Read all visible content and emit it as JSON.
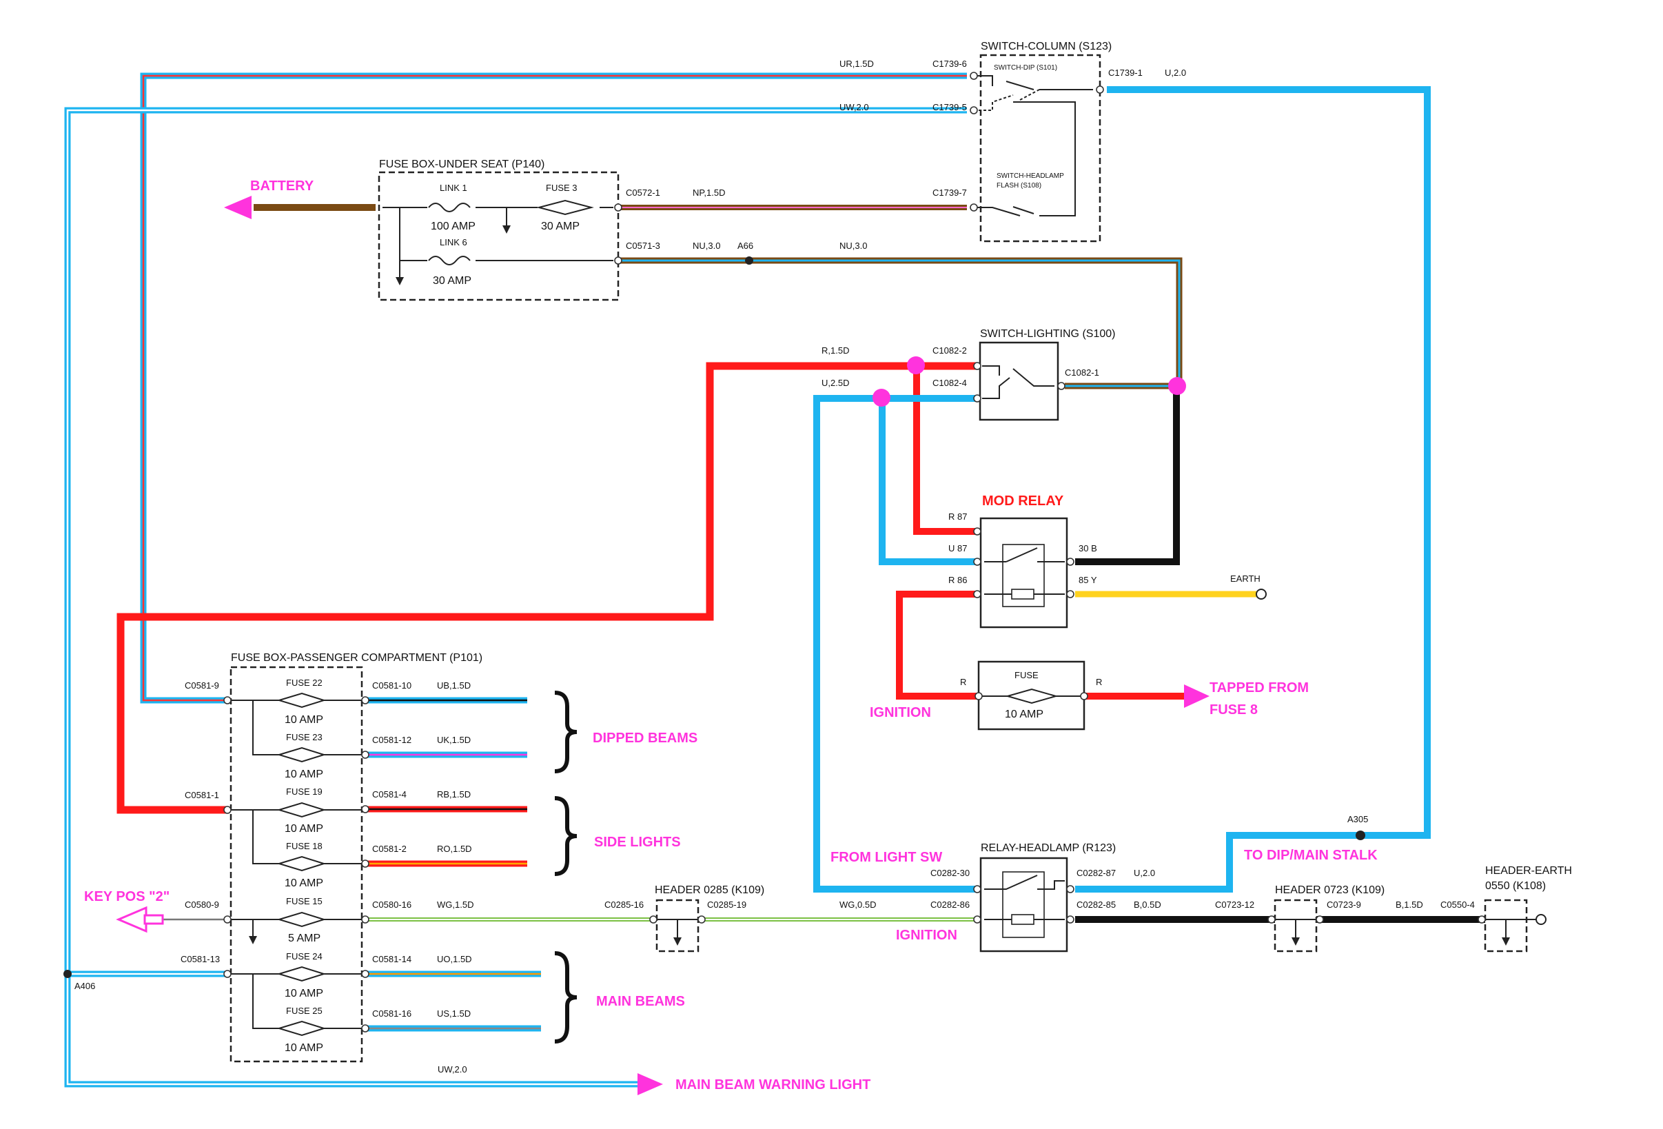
{
  "colors": {
    "red": "#ff1a1a",
    "blue": "#1eb4f0",
    "black": "#111111",
    "yellow": "#ffd21e",
    "brown": "#7a4a14",
    "magenta": "#ff33dd",
    "green": "#7bc043"
  },
  "components": {
    "switch_column": "SWITCH-COLUMN (S123)",
    "switch_dip": "SWITCH-DIP (S101)",
    "switch_headlamp_flash_1": "SWITCH-HEADLAMP",
    "switch_headlamp_flash_2": "FLASH (S108)",
    "fuse_box_seat": "FUSE BOX-UNDER SEAT (P140)",
    "link1": "LINK 1",
    "link1_amp": "100 AMP",
    "fuse3": "FUSE 3",
    "fuse3_amp": "30 AMP",
    "link6": "LINK 6",
    "link6_amp": "30 AMP",
    "switch_lighting": "SWITCH-LIGHTING (S100)",
    "mod_relay": "MOD RELAY",
    "fuse_inline": "FUSE",
    "fuse_inline_amp": "10 AMP",
    "fuse_box_pass": "FUSE BOX-PASSENGER COMPARTMENT (P101)",
    "relay_headlamp": "RELAY-HEADLAMP (R123)",
    "header_0285": "HEADER 0285 (K109)",
    "header_0723": "HEADER 0723 (K109)",
    "header_earth_1": "HEADER-EARTH",
    "header_earth_2": "0550 (K108)"
  },
  "fuses": [
    {
      "name": "FUSE 22",
      "amp": "10 AMP"
    },
    {
      "name": "FUSE 23",
      "amp": "10 AMP"
    },
    {
      "name": "FUSE 19",
      "amp": "10 AMP"
    },
    {
      "name": "FUSE 18",
      "amp": "10 AMP"
    },
    {
      "name": "FUSE 15",
      "amp": "5 AMP"
    },
    {
      "name": "FUSE 24",
      "amp": "10 AMP"
    },
    {
      "name": "FUSE 25",
      "amp": "10 AMP"
    }
  ],
  "connectors": {
    "c1739_6": "C1739-6",
    "c1739_5": "C1739-5",
    "c1739_7": "C1739-7",
    "c1739_1": "C1739-1",
    "c0572_1": "C0572-1",
    "c0571_3": "C0571-3",
    "c1082_2": "C1082-2",
    "c1082_4": "C1082-4",
    "c1082_1": "C1082-1",
    "c0581_9": "C0581-9",
    "c0581_1": "C0581-1",
    "c0580_9": "C0580-9",
    "c0581_13": "C0581-13",
    "c0581_10": "C0581-10",
    "c0581_12": "C0581-12",
    "c0581_4": "C0581-4",
    "c0581_2": "C0581-2",
    "c0580_16": "C0580-16",
    "c0581_14": "C0581-14",
    "c0581_16": "C0581-16",
    "c0285_16": "C0285-16",
    "c0285_19": "C0285-19",
    "c0282_30": "C0282-30",
    "c0282_86": "C0282-86",
    "c0282_87": "C0282-87",
    "c0282_85": "C0282-85",
    "c0723_12": "C0723-12",
    "c0723_9": "C0723-9",
    "c0550_4": "C0550-4"
  },
  "wires": {
    "ur15": "UR,1.5D",
    "uw20_top": "UW,2.0",
    "np15": "NP,1.5D",
    "nu30_a": "NU,3.0",
    "nu30_b": "NU,3.0",
    "u20": "U,2.0",
    "r15": "R,1.5D",
    "u25": "U,2.5D",
    "ub15": "UB,1.5D",
    "uk15": "UK,1.5D",
    "rb15": "RB,1.5D",
    "ro15": "RO,1.5D",
    "wg15": "WG,1.5D",
    "uo15": "UO,1.5D",
    "us15": "US,1.5D",
    "wg05": "WG,0.5D",
    "u20_relay": "U,2.0",
    "b05": "B,0.5D",
    "b15": "B,1.5D",
    "uw20_bottom": "UW,2.0"
  },
  "pins": {
    "r87": "R  87",
    "u87": "U  87",
    "r86": "R  86",
    "b30": "30  B",
    "y85": "85  Y",
    "fuse_r_left": "R",
    "fuse_r_right": "R",
    "earth": "EARTH"
  },
  "splices": {
    "a66": "A66",
    "a305": "A305",
    "a406": "A406"
  },
  "annotations": {
    "battery": "BATTERY",
    "ignition_1": "IGNITION",
    "ignition_2": "IGNITION",
    "tapped_from_1": "TAPPED FROM",
    "tapped_from_2": "FUSE 8",
    "dipped_beams": "DIPPED BEAMS",
    "side_lights": "SIDE LIGHTS",
    "key_pos": "KEY POS \"2\"",
    "main_beams": "MAIN BEAMS",
    "from_light_sw": "FROM LIGHT SW",
    "to_dip_main": "TO DIP/MAIN STALK",
    "main_beam_warning": "MAIN BEAM WARNING LIGHT"
  }
}
